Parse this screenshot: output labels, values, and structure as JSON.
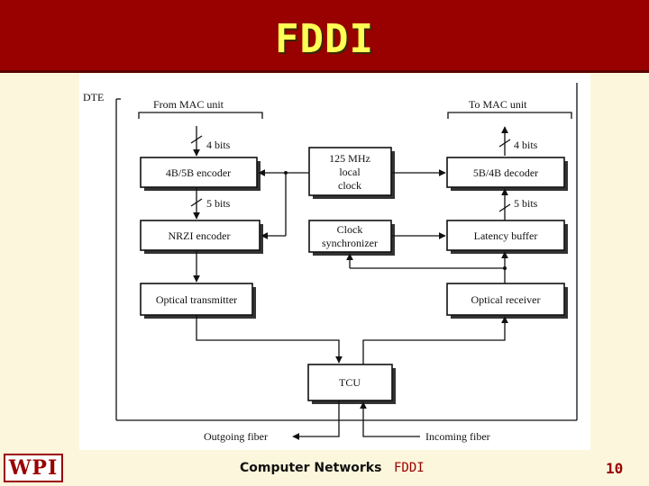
{
  "slide": {
    "title": "FDDI",
    "footer_course": "Computer Networks",
    "footer_topic": "FDDI",
    "page_number": "10",
    "logo_text": "WPI"
  },
  "diagram": {
    "dte_label": "DTE",
    "from_mac": "From MAC unit",
    "to_mac": "To MAC unit",
    "bits_4_left": "4 bits",
    "bits_5_left": "5 bits",
    "bits_4_right": "4 bits",
    "bits_5_right": "5 bits",
    "encoder_4b5b": "4B/5B encoder",
    "decoder_5b4b": "5B/4B decoder",
    "clock_line1": "125 MHz",
    "clock_line2": "local",
    "clock_line3": "clock",
    "nrzi_encoder": "NRZI encoder",
    "sync_line1": "Clock",
    "sync_line2": "synchronizer",
    "latency_buffer": "Latency buffer",
    "optical_tx": "Optical transmitter",
    "optical_rx": "Optical receiver",
    "tcu": "TCU",
    "outgoing": "Outgoing fiber",
    "incoming": "Incoming fiber"
  },
  "colors": {
    "title_bg": "#990000",
    "title_text": "#ffff55",
    "slide_bg": "#fbf6dc"
  }
}
